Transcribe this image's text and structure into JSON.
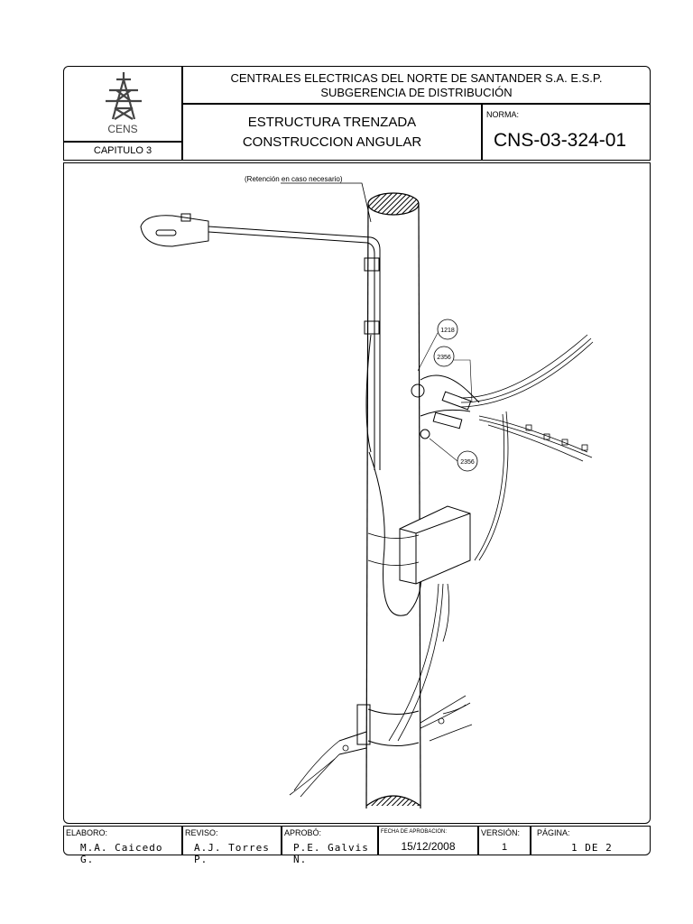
{
  "header": {
    "logo_text": "CENS",
    "company": "CENTRALES ELECTRICAS DEL NORTE DE SANTANDER S.A. E.S.P.",
    "department": "SUBGERENCIA DE DISTRIBUCIÓN",
    "title_line1": "ESTRUCTURA TRENZADA",
    "title_line2": "CONSTRUCCION ANGULAR",
    "norma_label": "NORMA:",
    "norma_code": "CNS-03-324-01",
    "chapter": "CAPITULO 3"
  },
  "drawing": {
    "note": "(Retención en caso necesario)",
    "callouts": [
      "1218",
      "2356",
      "2356"
    ]
  },
  "footer": {
    "elaboro_label": "ELABORO:",
    "elaboro_value": "M.A. Caicedo G.",
    "reviso_label": "REVISO:",
    "reviso_value": "A.J. Torres P.",
    "aprobo_label": "APROBÓ:",
    "aprobo_value": "P.E. Galvis N.",
    "fecha_label": "FECHA DE APROBACION:",
    "fecha_value": "15/12/2008",
    "version_label": "VERSIÓN:",
    "version_value": "1",
    "pagina_label": "PÁGINA:",
    "pagina_value": "1 DE 2"
  }
}
